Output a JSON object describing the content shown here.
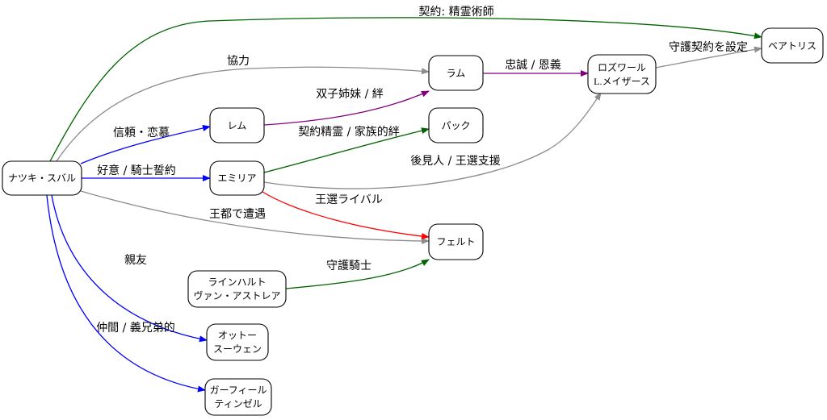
{
  "colors": {
    "green": "#006400",
    "gray": "#8c8c8c",
    "blue": "#0000ff",
    "purple": "#800080",
    "red": "#ff0000"
  },
  "nodes": {
    "subaru": {
      "lines": [
        "ナツキ・スバル"
      ]
    },
    "rem": {
      "lines": [
        "レム"
      ]
    },
    "emilia": {
      "lines": [
        "エミリア"
      ]
    },
    "ram": {
      "lines": [
        "ラム"
      ]
    },
    "puck": {
      "lines": [
        "パック"
      ]
    },
    "felt": {
      "lines": [
        "フェルト"
      ]
    },
    "reinhard": {
      "lines": [
        "ラインハルト",
        "ヴァン・アストレア"
      ]
    },
    "otto": {
      "lines": [
        "オットー",
        "スーウェン"
      ]
    },
    "garfiel": {
      "lines": [
        "ガーフィール",
        "ティンゼル"
      ]
    },
    "roswaal": {
      "lines": [
        "ロズワール",
        "L.メイザース"
      ]
    },
    "beatrice": {
      "lines": [
        "ベアトリス"
      ]
    }
  },
  "edges": [
    {
      "id": "subaru-beatrice",
      "from": "ナツキ・スバル",
      "to": "ベアトリス",
      "label": "契約: 精霊術師",
      "color": "green"
    },
    {
      "id": "subaru-ram",
      "from": "ナツキ・スバル",
      "to": "ラム",
      "label": "協力",
      "color": "gray"
    },
    {
      "id": "subaru-rem",
      "from": "ナツキ・スバル",
      "to": "レム",
      "label": "信頼・恋慕",
      "color": "blue"
    },
    {
      "id": "subaru-emilia",
      "from": "ナツキ・スバル",
      "to": "エミリア",
      "label": "好意 / 騎士誓約",
      "color": "blue"
    },
    {
      "id": "subaru-felt",
      "from": "ナツキ・スバル",
      "to": "フェルト",
      "label": "王都で遭遇",
      "color": "gray"
    },
    {
      "id": "subaru-otto",
      "from": "ナツキ・スバル",
      "to": "オットー スーウェン",
      "label": "親友",
      "color": "blue"
    },
    {
      "id": "subaru-garfiel",
      "from": "ナツキ・スバル",
      "to": "ガーフィール ティンゼル",
      "label": "仲間 / 義兄弟的",
      "color": "blue"
    },
    {
      "id": "rem-ram",
      "from": "レム",
      "to": "ラム",
      "label": "双子姉妹 / 絆",
      "color": "purple"
    },
    {
      "id": "emilia-puck",
      "from": "エミリア",
      "to": "パック",
      "label": "契約精霊 / 家族的絆",
      "color": "green"
    },
    {
      "id": "emilia-roswaal",
      "from": "エミリア",
      "to": "ロズワール L.メイザース",
      "label": "後見人 / 王選支援",
      "color": "gray"
    },
    {
      "id": "emilia-felt",
      "from": "エミリア",
      "to": "フェルト",
      "label": "王選ライバル",
      "color": "red"
    },
    {
      "id": "reinhard-felt",
      "from": "ラインハルト ヴァン・アストレア",
      "to": "フェルト",
      "label": "守護騎士",
      "color": "green"
    },
    {
      "id": "ram-roswaal",
      "from": "ラム",
      "to": "ロズワール L.メイザース",
      "label": "忠誠 / 恩義",
      "color": "purple"
    },
    {
      "id": "roswaal-beatrice",
      "from": "ロズワール L.メイザース",
      "to": "ベアトリス",
      "label": "守護契約を設定",
      "color": "gray"
    }
  ]
}
